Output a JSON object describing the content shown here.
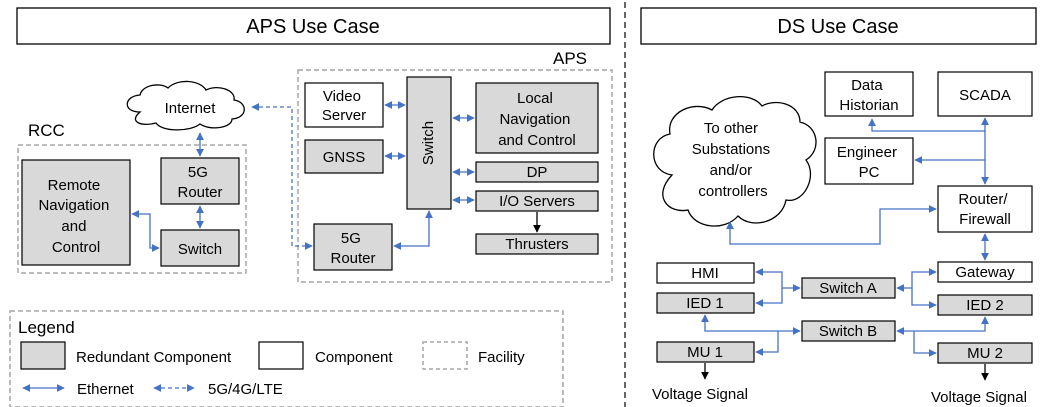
{
  "aps": {
    "title": "APS Use  Case",
    "facility_label": "APS",
    "rcc_label": "RCC",
    "internet": "Internet",
    "rcc_remote_nav": [
      "Remote",
      "Navigation",
      "and",
      "Control"
    ],
    "rcc_router": [
      "5G",
      "Router"
    ],
    "rcc_switch": "Switch",
    "video_server": [
      "Video",
      "Server"
    ],
    "gnss": "GNSS",
    "switch": "Switch",
    "local_nav": [
      "Local",
      "Navigation",
      "and Control"
    ],
    "dp": "DP",
    "io_servers": "I/O Servers",
    "thrusters": "Thrusters",
    "aps_router": [
      "5G",
      "Router"
    ]
  },
  "ds": {
    "title": "DS Use  Case",
    "other_substations": [
      "To other",
      "Substations",
      "and/or",
      "controllers"
    ],
    "data_historian": [
      "Data",
      "Historian"
    ],
    "scada": "SCADA",
    "engineer_pc": [
      "Engineer",
      "PC"
    ],
    "router_firewall": [
      "Router/",
      "Firewall"
    ],
    "hmi": "HMI",
    "gateway": "Gateway",
    "switch_a": "Switch A",
    "ied1": "IED 1",
    "ied2": "IED 2",
    "switch_b": "Switch B",
    "mu1": "MU 1",
    "mu2": "MU 2",
    "voltage_signal_1": "Voltage Signal",
    "voltage_signal_2": "Voltage Signal"
  },
  "legend": {
    "title": "Legend",
    "redundant": "Redundant Component",
    "component": "Component",
    "facility": "Facility",
    "ethernet": "Ethernet",
    "wireless": "5G/4G/LTE"
  },
  "colors": {
    "redundant_fill": "#d9d9d9",
    "link": "#4472c4",
    "facility_border": "#a6a6a6"
  }
}
